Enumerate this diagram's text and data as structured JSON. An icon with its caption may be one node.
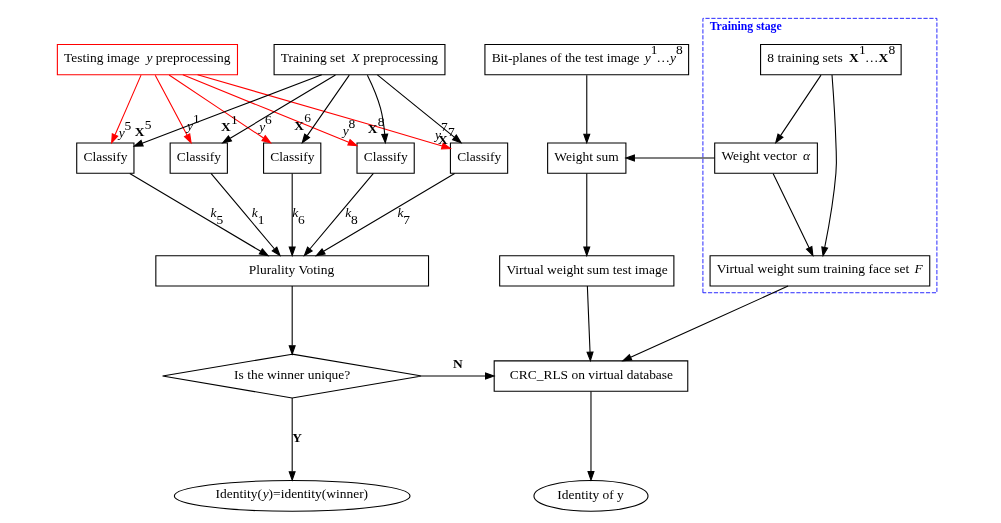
{
  "diagram": {
    "nodes": [
      {
        "text": [
          "Testing image *y* preprocessing"
        ]
      },
      {
        "text": [
          "Training set *X* preprocessing"
        ]
      },
      {
        "text": [
          "Classify"
        ]
      },
      {
        "text": [
          "Classify"
        ]
      },
      {
        "text": [
          "Classify"
        ]
      },
      {
        "text": [
          "Classify"
        ]
      },
      {
        "text": [
          "Classify"
        ]
      },
      {
        "text": [
          "Plurality Voting"
        ]
      },
      {
        "text": [
          "Is the winner unique?"
        ]
      },
      {
        "text": [
          "Identity(*y*)=identity(winner)"
        ]
      },
      {
        "text": [
          "Bit-planes of the test image *y*$^{1}$…*y*$^{8}$"
        ]
      },
      {
        "text": [
          "Training stage"
        ]
      },
      {
        "text": [
          "8 training sets **X**$^{1}$…**X**$^{8}$"
        ],
        "in": 11
      },
      {
        "text": [
          "Weight sum"
        ]
      },
      {
        "text": [
          "Weight vector *α*"
        ],
        "in": 11
      },
      {
        "text": [
          "Virtual weight sum test image"
        ]
      },
      {
        "text": [
          "Virtual weight sum training face set *F*"
        ],
        "in": 11
      },
      {
        "text": [
          "CRC_RLS on virtual database"
        ]
      },
      {
        "text": [
          "Identity of y"
        ]
      }
    ],
    "edges": [
      {
        "from": 1,
        "to": 2,
        "arrow": "to",
        "label": "**X**$^{1}$"
      },
      {
        "from": 0,
        "to": 2,
        "arrow": "to",
        "label": "*y*$^{1}$",
        "color": "#ff0000"
      },
      {
        "from": 1,
        "to": 3,
        "arrow": "to",
        "label": "**X**$^{5}$"
      },
      {
        "from": 0,
        "to": 3,
        "arrow": "to",
        "label": "*y*$^{5}$",
        "color": "#ff0000"
      },
      {
        "from": 1,
        "to": 4,
        "arrow": "to",
        "label": "**X**$^{6}$"
      },
      {
        "from": 0,
        "to": 4,
        "arrow": "to",
        "label": "*y*$^{6}$",
        "color": "#ff0000"
      },
      {
        "from": 1,
        "to": 5,
        "arrow": "to",
        "label": "**X**$^{7}$"
      },
      {
        "from": 0,
        "to": 5,
        "arrow": "to",
        "label": "*y*$^{7}$",
        "color": "#ff0000"
      },
      {
        "from": 1,
        "to": 6,
        "arrow": "to",
        "label": "**X**$^{8}$"
      },
      {
        "from": 0,
        "to": 6,
        "arrow": "to",
        "label": "*y*$^{8}$",
        "color": "#ff0000"
      },
      {
        "from": 2,
        "to": 7,
        "arrow": "to",
        "label": "*k*$_{1}$"
      },
      {
        "from": 3,
        "to": 7,
        "arrow": "to",
        "label": "*k*$_{5}$"
      },
      {
        "from": 4,
        "to": 7,
        "arrow": "to",
        "label": "*k*$_{6}$"
      },
      {
        "from": 5,
        "to": 7,
        "arrow": "to",
        "label": "*k*$_{7}$"
      },
      {
        "from": 6,
        "to": 7,
        "arrow": "to",
        "label": "*k*$_{8}$"
      },
      {
        "from": 7,
        "to": 8,
        "arrow": "to"
      },
      {
        "from": 8,
        "to": 9,
        "arrow": "to",
        "label": "**Y**"
      },
      {
        "from": 8,
        "to": 17,
        "arrow": "to",
        "label": "**N**"
      },
      {
        "from": 10,
        "to": 13,
        "arrow": "to"
      },
      {
        "from": 12,
        "to": 14,
        "arrow": "to"
      },
      {
        "from": 14,
        "to": 13,
        "arrow": "to"
      },
      {
        "from": 12,
        "to": 16,
        "arrow": "to"
      },
      {
        "from": 14,
        "to": 16,
        "arrow": "to"
      },
      {
        "from": 13,
        "to": 15,
        "arrow": "to"
      },
      {
        "from": 15,
        "to": 17,
        "arrow": "to"
      },
      {
        "from": 16,
        "to": 17,
        "arrow": "to"
      },
      {
        "from": 17,
        "to": 18,
        "arrow": "to"
      }
    ]
  }
}
